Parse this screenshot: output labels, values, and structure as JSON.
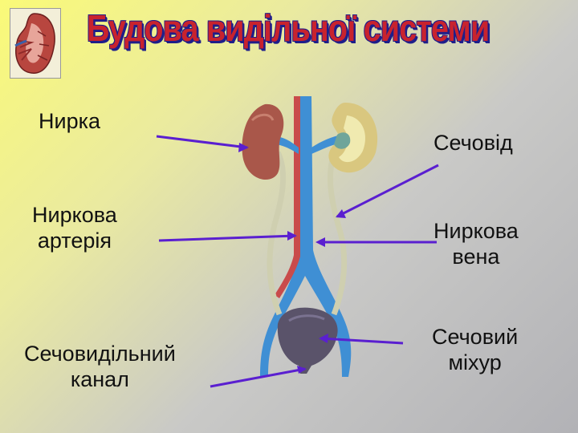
{
  "slide": {
    "title": "Будова видільної системи",
    "labels": {
      "kidney": "Нирка",
      "renal_artery_1": "Ниркова",
      "renal_artery_2": "артерія",
      "urethra_1": "Сечовидільний",
      "urethra_2": "канал",
      "ureter": "Сечовід",
      "renal_vein_1": "Ниркова",
      "renal_vein_2": "вена",
      "bladder_1": "Сечовий",
      "bladder_2": "міхур"
    },
    "colors": {
      "title": "#c8232e",
      "title_outline": "#1e1e8a",
      "pointer": "#5a1fd0",
      "vein": "#3a86c8",
      "artery": "#c84a4a",
      "kidney": "#a3574a"
    }
  }
}
